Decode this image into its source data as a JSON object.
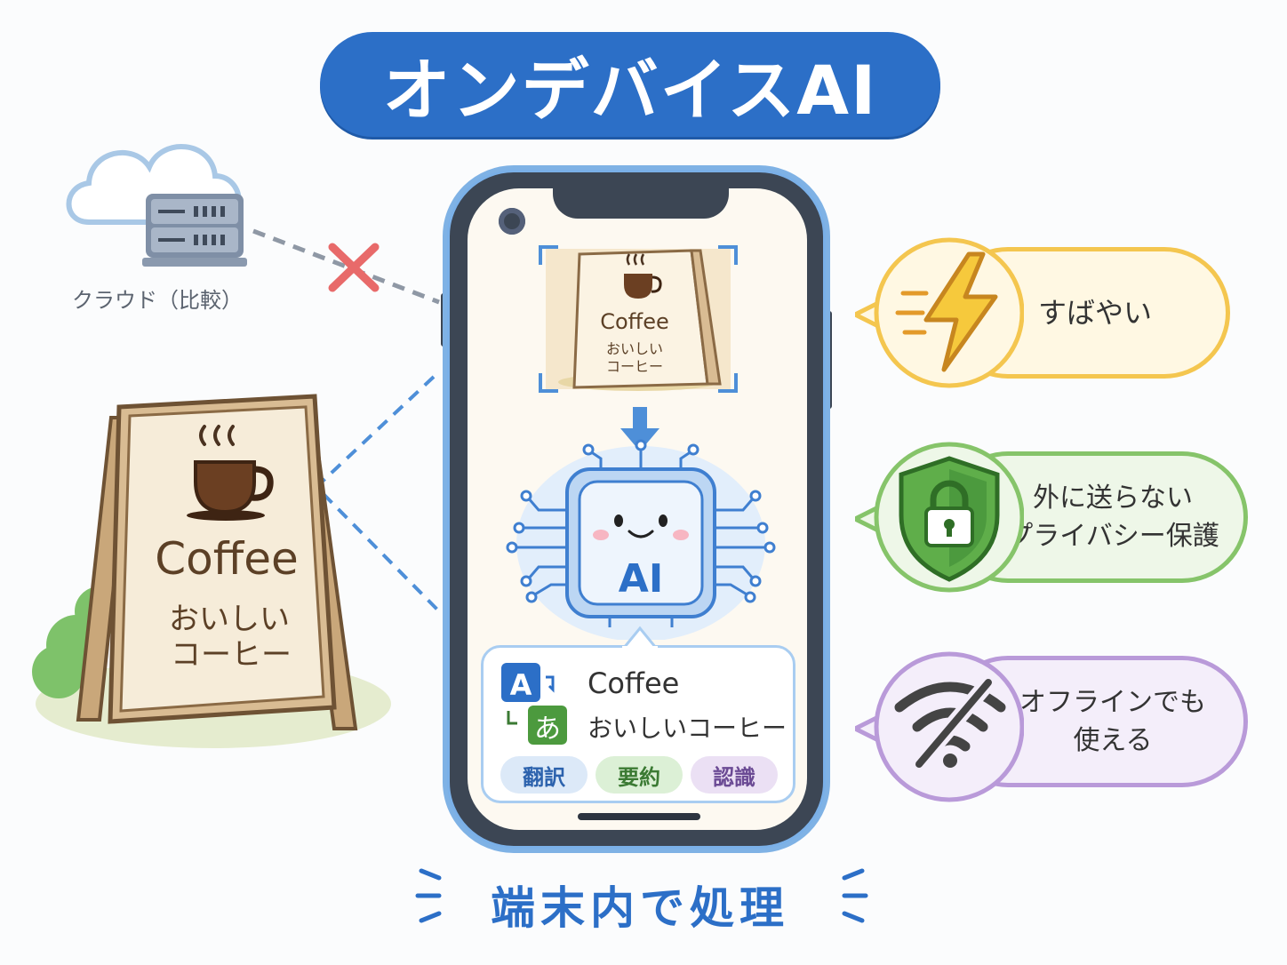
{
  "title": "オンデバイスAI",
  "cloud": {
    "label": "クラウド（比較）"
  },
  "sign": {
    "title": "Coffee",
    "line1": "おいしい",
    "line2": "コーヒー"
  },
  "chip_ai": {
    "label": "AI"
  },
  "result": {
    "source_icon": "A",
    "target_icon": "あ",
    "source_text": "Coffee",
    "translated_text": "おいしいコーヒー",
    "chips": [
      {
        "label": "翻訳",
        "bg": "#dce9f8",
        "fg": "#2c62ad"
      },
      {
        "label": "要約",
        "bg": "#dcf0d6",
        "fg": "#3b7a33"
      },
      {
        "label": "認識",
        "bg": "#ebe0f4",
        "fg": "#6b4a94"
      }
    ]
  },
  "features": [
    {
      "text": "すばやい",
      "icon": "lightning-icon",
      "color": "#f4c64f",
      "bg": "#fff8e3"
    },
    {
      "text": "外に送らない\nプライバシー保護",
      "icon": "shield-lock-icon",
      "color": "#86c46a",
      "bg": "#eef7e8"
    },
    {
      "text": "オフラインでも\n使える",
      "icon": "wifi-off-icon",
      "color": "#b99ad9",
      "bg": "#f4eefa"
    }
  ],
  "bottom_label": "端末内で処理",
  "colors": {
    "brand": "#2c6fc7",
    "phone_frame": "#3c4654",
    "cross": "#e86a6a"
  }
}
